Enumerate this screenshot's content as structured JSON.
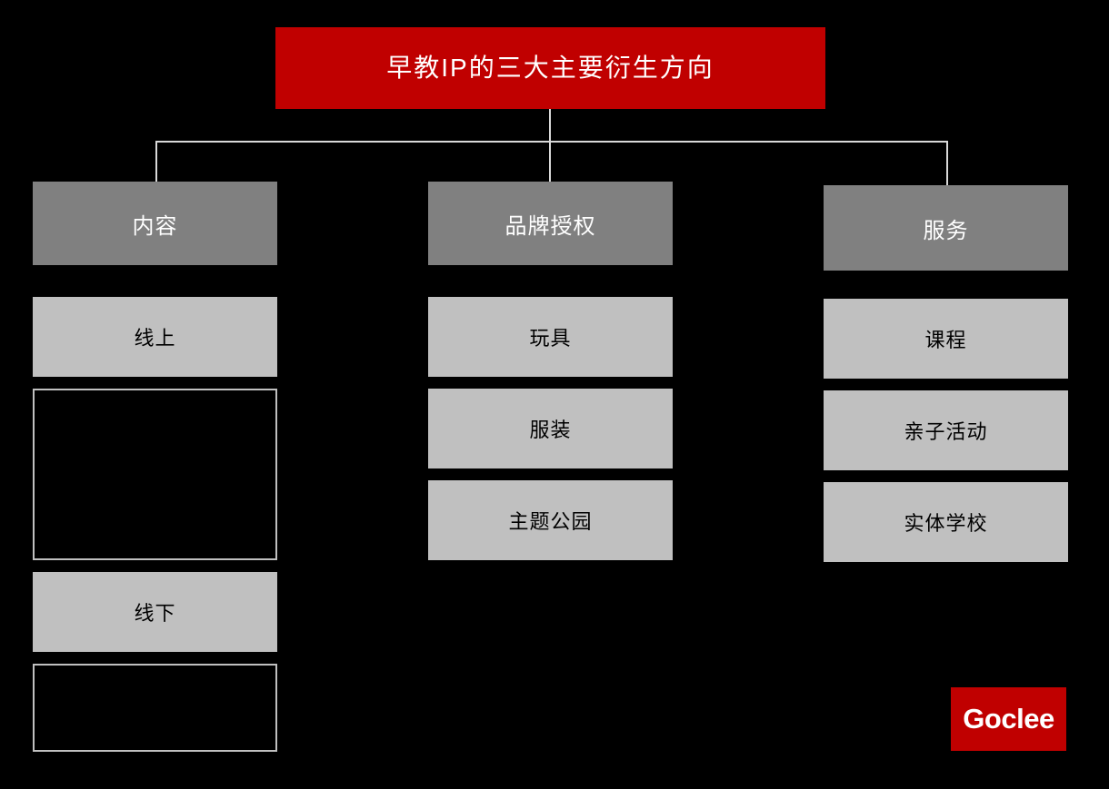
{
  "slide": {
    "background_color": "#000000",
    "accent_color": "#c00000",
    "category_color": "#808080",
    "item_color": "#c0c0c0",
    "connector_color": "#d9d9d9"
  },
  "title": {
    "text": "早教IP的三大主要衍生方向"
  },
  "branches": [
    {
      "category": "内容",
      "items": [
        {
          "label": "线上",
          "empty": false
        },
        {
          "label": "",
          "empty": true,
          "size": "tall"
        },
        {
          "label": "线下",
          "empty": false
        },
        {
          "label": "",
          "empty": true,
          "size": "short"
        }
      ]
    },
    {
      "category": "品牌授权",
      "items": [
        {
          "label": "玩具",
          "empty": false
        },
        {
          "label": "服装",
          "empty": false
        },
        {
          "label": "主题公园",
          "empty": false
        }
      ]
    },
    {
      "category": "服务",
      "items": [
        {
          "label": "课程",
          "empty": false
        },
        {
          "label": "亲子活动",
          "empty": false
        },
        {
          "label": "实体学校",
          "empty": false
        }
      ]
    }
  ],
  "logo": {
    "text": "Goclee"
  }
}
